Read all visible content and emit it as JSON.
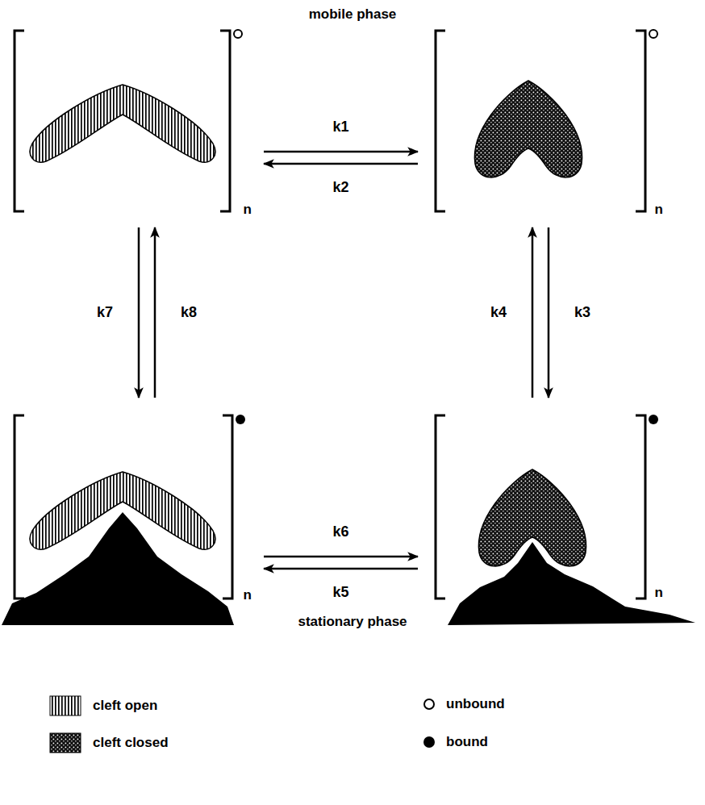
{
  "diagram": {
    "nodes": [
      {
        "text": [
          "n"
        ]
      },
      {
        "text": [
          "n"
        ]
      },
      {
        "text": [
          "n"
        ]
      },
      {
        "text": [
          "n"
        ]
      }
    ],
    "edges": [
      {
        "from": 0,
        "to": 1,
        "arrow": "to",
        "label": "k1"
      },
      {
        "from": 1,
        "to": 0,
        "arrow": "to",
        "label": "k2"
      },
      {
        "from": 1,
        "to": 3,
        "arrow": "to",
        "label": "k3"
      },
      {
        "from": 3,
        "to": 1,
        "arrow": "to",
        "label": "k4"
      },
      {
        "from": 3,
        "to": 2,
        "arrow": "to",
        "label": "k5"
      },
      {
        "from": 2,
        "to": 3,
        "arrow": "to",
        "label": "k6"
      },
      {
        "from": 0,
        "to": 2,
        "arrow": "to",
        "label": "k7"
      },
      {
        "from": 2,
        "to": 0,
        "arrow": "to",
        "label": "k8"
      }
    ],
    "labels": [
      "mobile phase",
      "stationary phase"
    ],
    "legend": [
      {
        "text": "cleft open"
      },
      {
        "text": "cleft closed"
      },
      {
        "text": "unbound"
      },
      {
        "text": "bound"
      }
    ]
  }
}
